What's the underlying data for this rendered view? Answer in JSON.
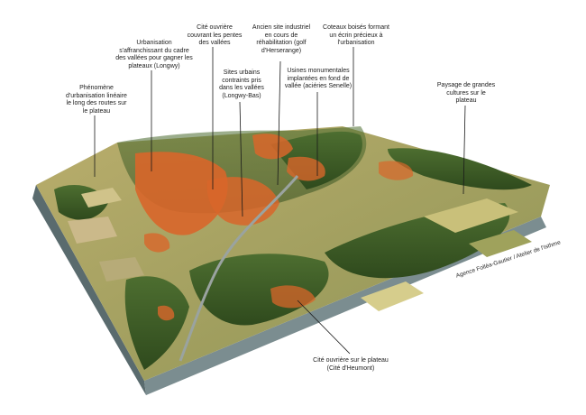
{
  "labels": {
    "urban_linear": "Phénomène\nd'urbanisation linéaire\nle long des routes sur\nle plateau",
    "urban_cadre": "Urbanisation\ns'affranchissant du cadre\ndes vallées pour gagner les\nplateaux (Longwy)",
    "cite_pentes": "Cité ouvrière\ncouvrant les pentes\ndes vallées",
    "sites_urbains": "Sites urbains\ncontraints pris\ndans les vallées\n(Longwy-Bas)",
    "ancien_site": "Ancien site industriel\nen cours de\nréhabilitation (golf\nd'Herserange)",
    "usines": "Usines monumentales\nimplantées en fond de\nvallée (aciéries Senelle)",
    "coteaux": "Coteaux boisés formant\nun écrin précieux à\nl'urbanisation",
    "paysage": "Paysage de grandes\ncultures sur le\nplateau",
    "cite_plateau": "Cité ouvrière sur le plateau\n(Cité d'Heumont)"
  },
  "credit": "Agence Folléa-Gautier / Atelier de l'Isthme",
  "colors": {
    "urban": "#d8662a",
    "forest": "#3c5c26",
    "field": "#a9a062",
    "base_side": "#6f8184",
    "leader": "#1a1a1a"
  }
}
